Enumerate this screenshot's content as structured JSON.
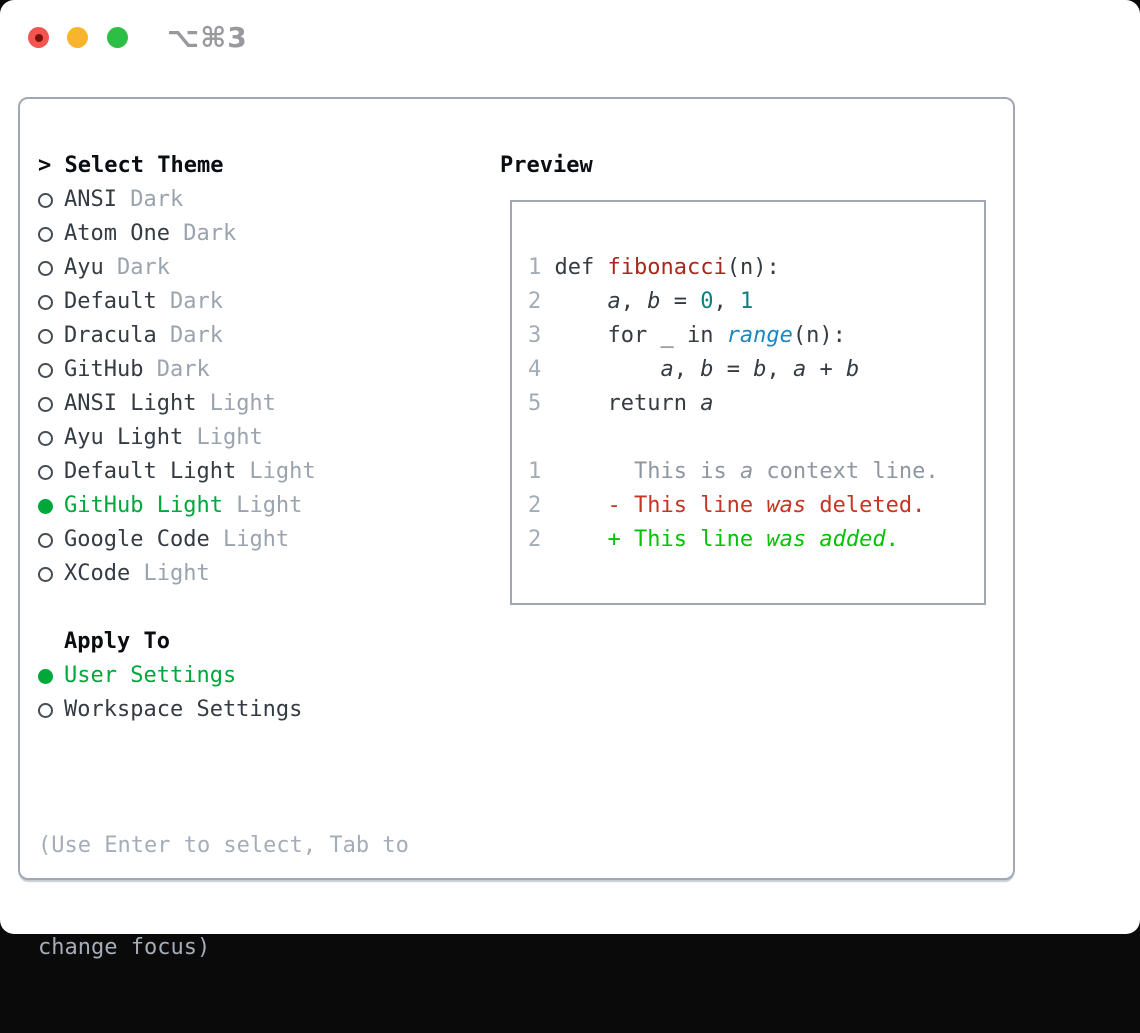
{
  "window": {
    "title_shortcut": "⌥⌘3",
    "traffic_lights": [
      "close",
      "minimize",
      "zoom"
    ]
  },
  "colors": {
    "selection_green": "#00a83c",
    "added_green": "#03c303",
    "deleted_red": "#c53523",
    "function_red": "#a6291b",
    "number_teal": "#0e8080",
    "builtin_blue": "#1b87c0",
    "muted_gray": "#9aa3ae",
    "border_gray": "#9fa8b3",
    "traffic_red": "#f2554d",
    "traffic_yellow": "#f9b42d",
    "traffic_green": "#2dbf45"
  },
  "theme_panel": {
    "header": {
      "prefix": "> ",
      "label": "Select Theme"
    },
    "items": [
      {
        "name": "ANSI",
        "variant": "Dark",
        "selected": false
      },
      {
        "name": "Atom One",
        "variant": "Dark",
        "selected": false
      },
      {
        "name": "Ayu",
        "variant": "Dark",
        "selected": false
      },
      {
        "name": "Default",
        "variant": "Dark",
        "selected": false
      },
      {
        "name": "Dracula",
        "variant": "Dark",
        "selected": false
      },
      {
        "name": "GitHub",
        "variant": "Dark",
        "selected": false
      },
      {
        "name": "ANSI Light",
        "variant": "Light",
        "selected": false
      },
      {
        "name": "Ayu Light",
        "variant": "Light",
        "selected": false
      },
      {
        "name": "Default Light",
        "variant": "Light",
        "selected": false
      },
      {
        "name": "GitHub Light",
        "variant": "Light",
        "selected": true
      },
      {
        "name": "Google Code",
        "variant": "Light",
        "selected": false
      },
      {
        "name": "XCode",
        "variant": "Light",
        "selected": false
      }
    ],
    "apply_to": {
      "label": "Apply To",
      "options": [
        {
          "name": "User Settings",
          "selected": true
        },
        {
          "name": "Workspace Settings",
          "selected": false
        }
      ]
    },
    "hint_lines": [
      "(Use Enter to select, Tab to",
      "change focus)"
    ]
  },
  "preview": {
    "label": "Preview",
    "lines": [
      {
        "num": "1",
        "segments": [
          {
            "t": "def ",
            "s": "code"
          },
          {
            "t": "fibonacci",
            "s": "func"
          },
          {
            "t": "(n):",
            "s": "code"
          }
        ]
      },
      {
        "num": "2",
        "segments": [
          {
            "t": "    ",
            "s": "code"
          },
          {
            "t": "a",
            "s": "var"
          },
          {
            "t": ", ",
            "s": "code"
          },
          {
            "t": "b",
            "s": "var"
          },
          {
            "t": " = ",
            "s": "code"
          },
          {
            "t": "0",
            "s": "num"
          },
          {
            "t": ", ",
            "s": "code"
          },
          {
            "t": "1",
            "s": "num"
          }
        ]
      },
      {
        "num": "3",
        "segments": [
          {
            "t": "    for _ in ",
            "s": "code"
          },
          {
            "t": "range",
            "s": "builtin"
          },
          {
            "t": "(n):",
            "s": "code"
          }
        ]
      },
      {
        "num": "4",
        "segments": [
          {
            "t": "        ",
            "s": "code"
          },
          {
            "t": "a",
            "s": "var"
          },
          {
            "t": ", ",
            "s": "code"
          },
          {
            "t": "b",
            "s": "var"
          },
          {
            "t": " = ",
            "s": "code"
          },
          {
            "t": "b",
            "s": "var"
          },
          {
            "t": ", ",
            "s": "code"
          },
          {
            "t": "a",
            "s": "var"
          },
          {
            "t": " + ",
            "s": "code"
          },
          {
            "t": "b",
            "s": "var"
          }
        ]
      },
      {
        "num": "5",
        "segments": [
          {
            "t": "    return ",
            "s": "code"
          },
          {
            "t": "a",
            "s": "var"
          }
        ]
      },
      {
        "num": "",
        "segments": []
      },
      {
        "num": "1",
        "segments": [
          {
            "t": "      This is ",
            "s": "ctx"
          },
          {
            "t": "a",
            "s": "ctx-i"
          },
          {
            "t": " context line.",
            "s": "ctx"
          }
        ]
      },
      {
        "num": "2",
        "segments": [
          {
            "t": "    - This line ",
            "s": "del"
          },
          {
            "t": "was",
            "s": "del-i"
          },
          {
            "t": " deleted.",
            "s": "del"
          }
        ]
      },
      {
        "num": "2",
        "segments": [
          {
            "t": "    + This line ",
            "s": "add"
          },
          {
            "t": "was",
            "s": "add-i"
          },
          {
            "t": " ",
            "s": "add"
          },
          {
            "t": "added",
            "s": "add-i"
          },
          {
            "t": ".",
            "s": "add"
          }
        ]
      }
    ]
  }
}
